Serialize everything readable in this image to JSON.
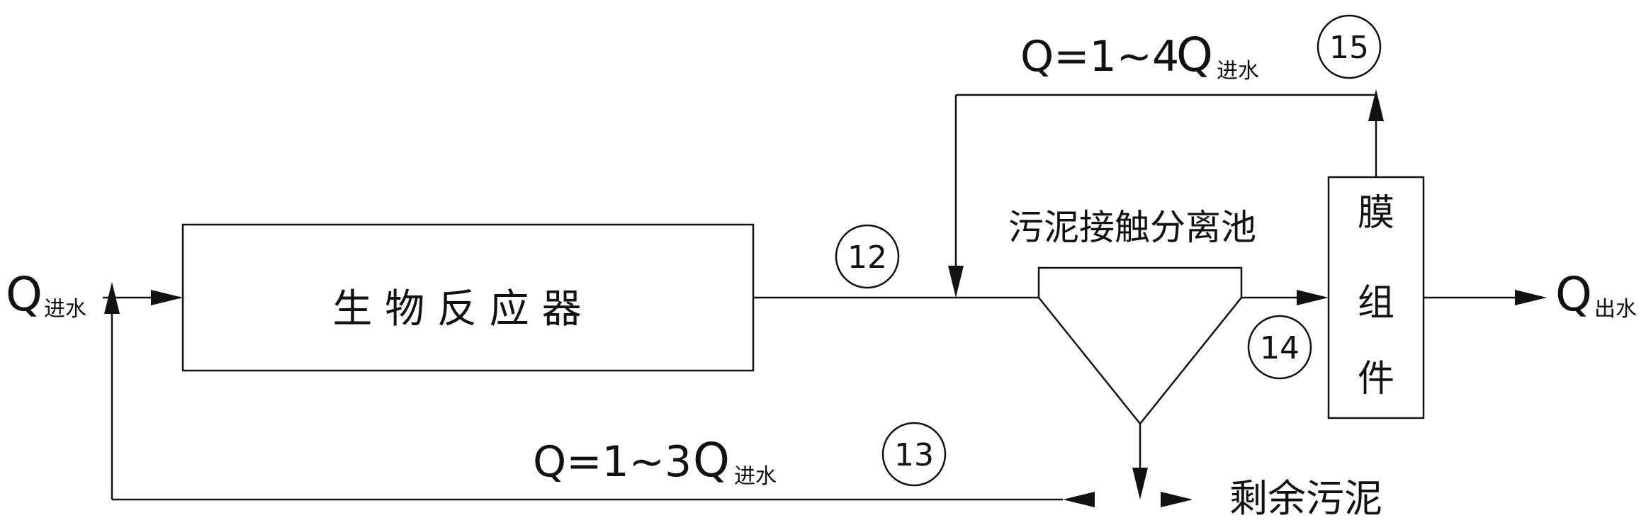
{
  "inflow": {
    "q": "Q",
    "sub": "进水"
  },
  "reactor": {
    "label": "生 物 反 应 器"
  },
  "tank": {
    "label": "污泥接触分离池"
  },
  "membrane": {
    "chars": [
      "膜",
      "组",
      "件"
    ]
  },
  "outflow": {
    "q": "Q",
    "sub": "出水"
  },
  "recycle_top": {
    "prefix": "Q=1~4",
    "q": "Q",
    "sub": "进水"
  },
  "recycle_bottom": {
    "prefix": "Q=1~3",
    "q": "Q",
    "sub": "进水"
  },
  "excess_sludge": {
    "label": "剩余污泥"
  },
  "markers": {
    "m12": "12",
    "m13": "13",
    "m14": "14",
    "m15": "15"
  }
}
